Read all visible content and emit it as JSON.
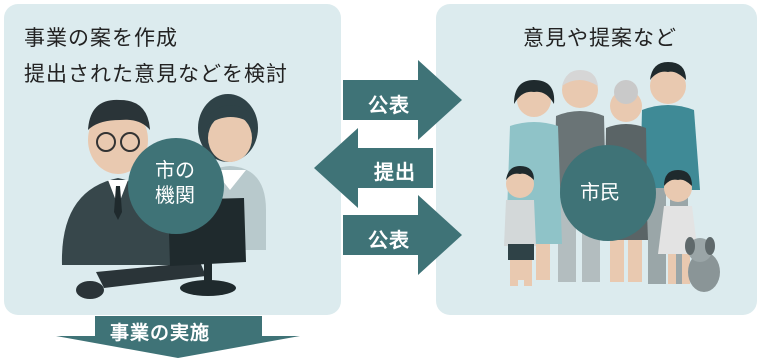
{
  "left_panel": {
    "line1": "事業の案を作成",
    "line2": "提出された意見などを検討",
    "circle_label_1": "市の",
    "circle_label_2": "機関"
  },
  "right_panel": {
    "title": "意見や提案など",
    "circle_label": "市民"
  },
  "arrows": {
    "publish_top": "公表",
    "submit": "提出",
    "publish_bottom": "公表",
    "implementation": "事業の実施"
  },
  "colors": {
    "panel_bg": "#dcebee",
    "arrow": "#3f7377",
    "circle": "#3f7377"
  }
}
